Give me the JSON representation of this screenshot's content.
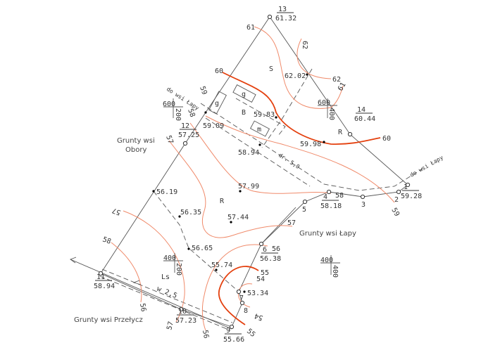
{
  "map": {
    "corner_points": [
      {
        "id": "13",
        "elev": "61.32"
      },
      {
        "id": "14",
        "elev": "60.44"
      },
      {
        "id": "1",
        "elev": "59.28"
      },
      {
        "id": "2",
        "elev": ""
      },
      {
        "id": "3",
        "elev": ""
      },
      {
        "id": "4",
        "elev": "58.18"
      },
      {
        "id": "5",
        "elev": ""
      },
      {
        "id": "6",
        "elev": "56.38"
      },
      {
        "id": "7",
        "elev": ""
      },
      {
        "id": "8",
        "elev": ""
      },
      {
        "id": "9",
        "elev": "55.66"
      },
      {
        "id": "10",
        "elev": "57.23"
      },
      {
        "id": "11",
        "elev": "58.94"
      },
      {
        "id": "12",
        "elev": "57.25"
      }
    ],
    "spot_heights": [
      "62.02",
      "59.83",
      "59.98",
      "58.94",
      "59.09",
      "57.99",
      "56.35",
      "57.44",
      "56.19",
      "56.65",
      "55.74",
      "53.34"
    ],
    "contours": [
      "61",
      "62",
      "62",
      "61",
      "60",
      "60",
      "59",
      "59",
      "58",
      "58",
      "58",
      "57",
      "57",
      "57",
      "57",
      "56",
      "56",
      "56",
      "55",
      "55",
      "55",
      "54",
      "54"
    ],
    "grid": [
      [
        "600",
        "200"
      ],
      [
        "600",
        "400"
      ],
      [
        "400",
        "200"
      ],
      [
        "400",
        "400"
      ]
    ],
    "land_classes": [
      "S",
      "B",
      "R",
      "R",
      "Ls"
    ],
    "buildings": [
      "g",
      "g",
      "m"
    ],
    "areas": {
      "obory_1": "Grunty wsi",
      "obory_2": "Obory",
      "lapy": "Grunty wsi Łapy",
      "przelycz": "Grunty wsi Przełycz"
    },
    "roads": {
      "to_lapy": "do wsi Łapy",
      "dr": "dr. 5,0",
      "w": "w 2,5",
      "top_left": "do wsi Łapy"
    }
  }
}
